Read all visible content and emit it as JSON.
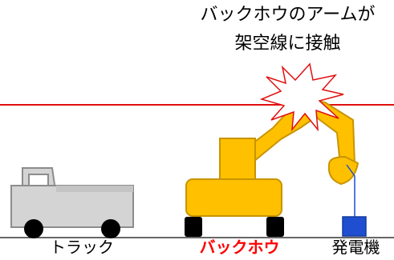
{
  "caption": {
    "line1": "バックホウのアームが",
    "line2": "架空線に接触"
  },
  "labels": {
    "truck": "トラック",
    "backhoe": "バックホウ",
    "generator": "発電機"
  },
  "colors": {
    "power_line": "#e01010",
    "backhoe_body": "#ffc000",
    "backhoe_outline": "#c89400",
    "truck_body": "#d4d4d4",
    "truck_outline": "#8c8c8c",
    "generator": "#1f4fd0",
    "highlight_label": "#ff0000",
    "wheel": "#000000"
  },
  "icons": {
    "contact": "explosion-burst-icon"
  }
}
